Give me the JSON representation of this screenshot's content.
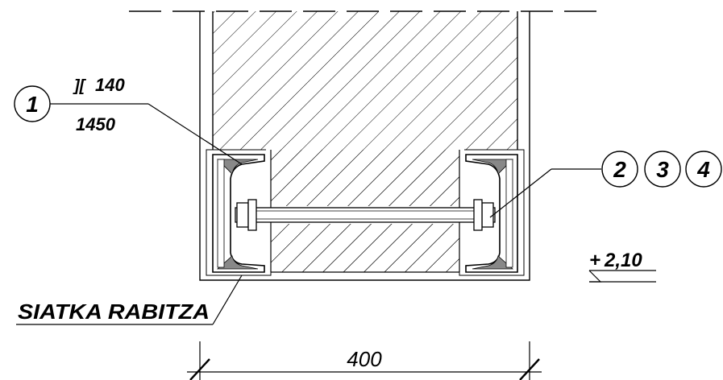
{
  "drawing": {
    "markers": [
      {
        "id": "marker-1",
        "number": "1"
      },
      {
        "id": "marker-2",
        "number": "2"
      },
      {
        "id": "marker-3",
        "number": "3"
      },
      {
        "id": "marker-4",
        "number": "4"
      }
    ],
    "profile_symbol": "][",
    "profile_size": "140",
    "profile_length": "1450",
    "mesh_label": "SIATKA RABITZA",
    "elevation_sign": "+",
    "elevation_value": "2,10",
    "dimension_width": "400"
  }
}
